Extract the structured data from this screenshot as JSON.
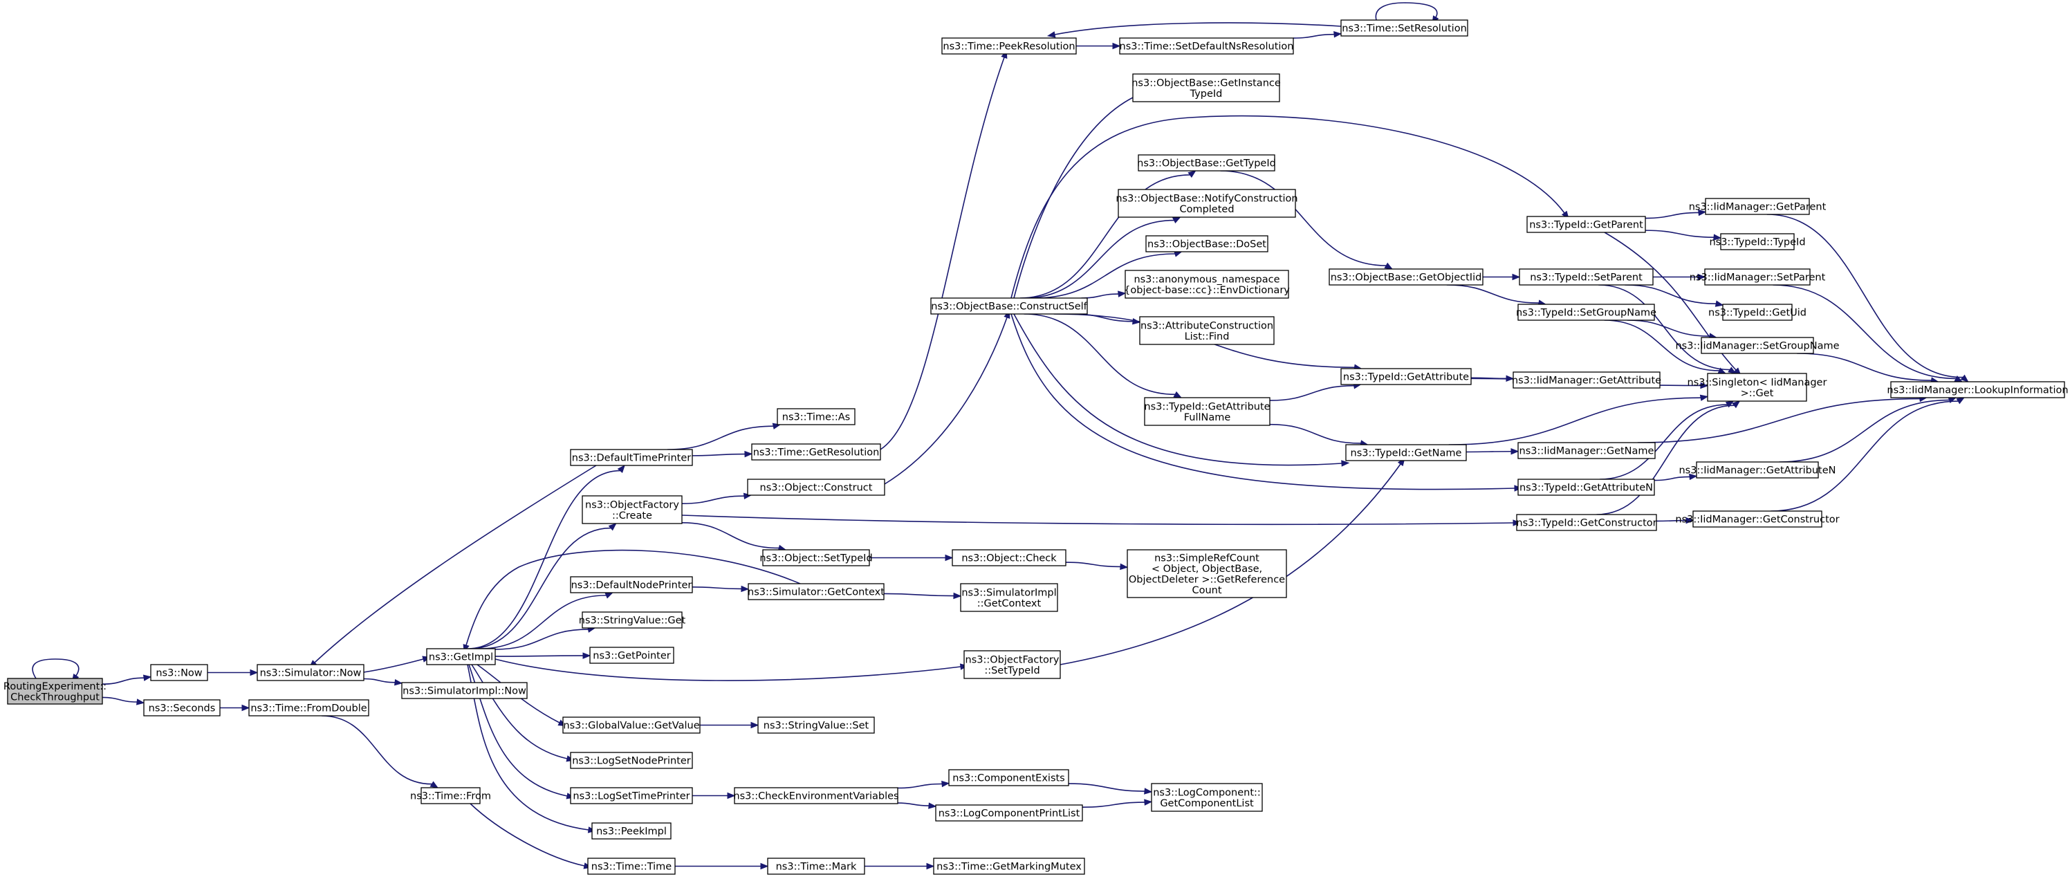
{
  "graph": {
    "edge_color": "#191970",
    "root_fill": "#bfbfbf",
    "node_fill": "#ffffff",
    "nodes": [
      {
        "id": "root",
        "lines": [
          "RoutingExperiment::",
          "CheckThroughput"
        ],
        "root": true
      },
      {
        "id": "now",
        "lines": [
          "ns3::Now"
        ]
      },
      {
        "id": "seconds",
        "lines": [
          "ns3::Seconds"
        ]
      },
      {
        "id": "simnow",
        "lines": [
          "ns3::Simulator::Now"
        ]
      },
      {
        "id": "fromdouble",
        "lines": [
          "ns3::Time::FromDouble"
        ]
      },
      {
        "id": "getimpl",
        "lines": [
          "ns3::GetImpl"
        ]
      },
      {
        "id": "simimplnow",
        "lines": [
          "ns3::SimulatorImpl::Now"
        ]
      },
      {
        "id": "timefrom",
        "lines": [
          "ns3::Time::From"
        ]
      },
      {
        "id": "deftimeprinter",
        "lines": [
          "ns3::DefaultTimePrinter"
        ]
      },
      {
        "id": "objfactcreate",
        "lines": [
          "ns3::ObjectFactory",
          "::Create"
        ]
      },
      {
        "id": "defnodeprinter",
        "lines": [
          "ns3::DefaultNodePrinter"
        ]
      },
      {
        "id": "strvalget",
        "lines": [
          "ns3::StringValue::Get"
        ]
      },
      {
        "id": "getpointer",
        "lines": [
          "ns3::GetPointer"
        ]
      },
      {
        "id": "globalget",
        "lines": [
          "ns3::GlobalValue::GetValue"
        ]
      },
      {
        "id": "logsetnode",
        "lines": [
          "ns3::LogSetNodePrinter"
        ]
      },
      {
        "id": "logsettime",
        "lines": [
          "ns3::LogSetTimePrinter"
        ]
      },
      {
        "id": "peekimpl",
        "lines": [
          "ns3::PeekImpl"
        ]
      },
      {
        "id": "timetime",
        "lines": [
          "ns3::Time::Time"
        ]
      },
      {
        "id": "timeas",
        "lines": [
          "ns3::Time::As"
        ]
      },
      {
        "id": "getres",
        "lines": [
          "ns3::Time::GetResolution"
        ]
      },
      {
        "id": "objconstruct",
        "lines": [
          "ns3::Object::Construct"
        ]
      },
      {
        "id": "objsettypeid",
        "lines": [
          "ns3::Object::SetTypeId"
        ]
      },
      {
        "id": "simgetctx",
        "lines": [
          "ns3::Simulator::GetContext"
        ]
      },
      {
        "id": "strvalset",
        "lines": [
          "ns3::StringValue::Set"
        ]
      },
      {
        "id": "checkenv",
        "lines": [
          "ns3::CheckEnvironmentVariables"
        ]
      },
      {
        "id": "timemark",
        "lines": [
          "ns3::Time::Mark"
        ]
      },
      {
        "id": "peekres",
        "lines": [
          "ns3::Time::PeekResolution"
        ]
      },
      {
        "id": "constructself",
        "lines": [
          "ns3::ObjectBase::ConstructSelf"
        ]
      },
      {
        "id": "objcheck",
        "lines": [
          "ns3::Object::Check"
        ]
      },
      {
        "id": "simimplctx",
        "lines": [
          "ns3::SimulatorImpl",
          "::GetContext"
        ]
      },
      {
        "id": "objfactsettid",
        "lines": [
          "ns3::ObjectFactory",
          "::SetTypeId"
        ]
      },
      {
        "id": "compexists",
        "lines": [
          "ns3::ComponentExists"
        ]
      },
      {
        "id": "logcompprint",
        "lines": [
          "ns3::LogComponentPrintList"
        ]
      },
      {
        "id": "getmarkmutex",
        "lines": [
          "ns3::Time::GetMarkingMutex"
        ]
      },
      {
        "id": "setdefres",
        "lines": [
          "ns3::Time::SetDefaultNsResolution"
        ]
      },
      {
        "id": "setres",
        "lines": [
          "ns3::Time::SetResolution"
        ]
      },
      {
        "id": "getinstid",
        "lines": [
          "ns3::ObjectBase::GetInstance",
          "TypeId"
        ]
      },
      {
        "id": "obgettypeid",
        "lines": [
          "ns3::ObjectBase::GetTypeId"
        ]
      },
      {
        "id": "notifyconst",
        "lines": [
          "ns3::ObjectBase::NotifyConstruction",
          "Completed"
        ]
      },
      {
        "id": "doset",
        "lines": [
          "ns3::ObjectBase::DoSet"
        ]
      },
      {
        "id": "envdict",
        "lines": [
          "ns3::anonymous_namespace",
          "{object-base::cc}::EnvDictionary"
        ]
      },
      {
        "id": "attrfind",
        "lines": [
          "ns3::AttributeConstruction",
          "List::Find"
        ]
      },
      {
        "id": "getattrfull",
        "lines": [
          "ns3::TypeId::GetAttribute",
          "FullName"
        ]
      },
      {
        "id": "simplerefcount",
        "lines": [
          "ns3::SimpleRefCount",
          "< Object, ObjectBase,",
          " ObjectDeleter >::GetReference",
          "Count"
        ]
      },
      {
        "id": "getcomplist",
        "lines": [
          "ns3::LogComponent::",
          "GetComponentList"
        ]
      },
      {
        "id": "getobjiid",
        "lines": [
          "ns3::ObjectBase::GetObjectIid"
        ]
      },
      {
        "id": "tidgetattr",
        "lines": [
          "ns3::TypeId::GetAttribute"
        ]
      },
      {
        "id": "tidgetname",
        "lines": [
          "ns3::TypeId::GetName"
        ]
      },
      {
        "id": "tidgetparent",
        "lines": [
          "ns3::TypeId::GetParent"
        ]
      },
      {
        "id": "tidsetparent",
        "lines": [
          "ns3::TypeId::SetParent"
        ]
      },
      {
        "id": "tidsetgroup",
        "lines": [
          "ns3::TypeId::SetGroupName"
        ]
      },
      {
        "id": "tidgetattrn",
        "lines": [
          "ns3::TypeId::GetAttributeN"
        ]
      },
      {
        "id": "tidgetctor",
        "lines": [
          "ns3::TypeId::GetConstructor"
        ]
      },
      {
        "id": "iidgetattr",
        "lines": [
          "ns3::IidManager::GetAttribute"
        ]
      },
      {
        "id": "iidgetname",
        "lines": [
          "ns3::IidManager::GetName"
        ]
      },
      {
        "id": "singletonget",
        "lines": [
          "ns3::Singleton< IidManager",
          " >::Get"
        ]
      },
      {
        "id": "iidgetparent",
        "lines": [
          "ns3::IidManager::GetParent"
        ]
      },
      {
        "id": "tidtypeid",
        "lines": [
          "ns3::TypeId::TypeId"
        ]
      },
      {
        "id": "iidsetparent",
        "lines": [
          "ns3::IidManager::SetParent"
        ]
      },
      {
        "id": "tidgetuid",
        "lines": [
          "ns3::TypeId::GetUid"
        ]
      },
      {
        "id": "iidsetgroup",
        "lines": [
          "ns3::IidManager::SetGroupName"
        ]
      },
      {
        "id": "iidgetattrn",
        "lines": [
          "ns3::IidManager::GetAttributeN"
        ]
      },
      {
        "id": "iidgetctor",
        "lines": [
          "ns3::IidManager::GetConstructor"
        ]
      },
      {
        "id": "lookupinfo",
        "lines": [
          "ns3::IidManager::LookupInformation"
        ]
      }
    ],
    "edges": [
      [
        "root",
        "root"
      ],
      [
        "root",
        "now"
      ],
      [
        "root",
        "seconds"
      ],
      [
        "now",
        "simnow"
      ],
      [
        "seconds",
        "fromdouble"
      ],
      [
        "simnow",
        "getimpl"
      ],
      [
        "simnow",
        "simimplnow"
      ],
      [
        "fromdouble",
        "timefrom"
      ],
      [
        "timefrom",
        "timetime"
      ],
      [
        "getimpl",
        "deftimeprinter"
      ],
      [
        "getimpl",
        "objfactcreate"
      ],
      [
        "getimpl",
        "defnodeprinter"
      ],
      [
        "getimpl",
        "strvalget"
      ],
      [
        "getimpl",
        "getpointer"
      ],
      [
        "getimpl",
        "objfactsettid"
      ],
      [
        "getimpl",
        "globalget"
      ],
      [
        "getimpl",
        "logsetnode"
      ],
      [
        "getimpl",
        "logsettime"
      ],
      [
        "getimpl",
        "peekimpl"
      ],
      [
        "deftimeprinter",
        "simnow"
      ],
      [
        "deftimeprinter",
        "timeas"
      ],
      [
        "deftimeprinter",
        "getres"
      ],
      [
        "getres",
        "peekres"
      ],
      [
        "peekres",
        "setdefres"
      ],
      [
        "setdefres",
        "setres"
      ],
      [
        "setres",
        "setres"
      ],
      [
        "setres",
        "peekres"
      ],
      [
        "objfactcreate",
        "objconstruct"
      ],
      [
        "objfactcreate",
        "objsettypeid"
      ],
      [
        "objfactcreate",
        "tidgetctor"
      ],
      [
        "objconstruct",
        "constructself"
      ],
      [
        "objsettypeid",
        "objcheck"
      ],
      [
        "objcheck",
        "simplerefcount"
      ],
      [
        "defnodeprinter",
        "simgetctx"
      ],
      [
        "simgetctx",
        "getimpl"
      ],
      [
        "simgetctx",
        "simimplctx"
      ],
      [
        "globalget",
        "strvalset"
      ],
      [
        "logsettime",
        "checkenv"
      ],
      [
        "checkenv",
        "compexists"
      ],
      [
        "checkenv",
        "logcompprint"
      ],
      [
        "compexists",
        "getcomplist"
      ],
      [
        "logcompprint",
        "getcomplist"
      ],
      [
        "timetime",
        "timemark"
      ],
      [
        "timemark",
        "getmarkmutex"
      ],
      [
        "objfactsettid",
        "tidgetname"
      ],
      [
        "constructself",
        "getinstid"
      ],
      [
        "constructself",
        "obgettypeid"
      ],
      [
        "constructself",
        "notifyconst"
      ],
      [
        "constructself",
        "doset"
      ],
      [
        "constructself",
        "envdict"
      ],
      [
        "constructself",
        "attrfind"
      ],
      [
        "constructself",
        "getattrfull"
      ],
      [
        "constructself",
        "tidgetattr"
      ],
      [
        "constructself",
        "tidgetname"
      ],
      [
        "constructself",
        "tidgetparent"
      ],
      [
        "constructself",
        "tidgetattrn"
      ],
      [
        "obgettypeid",
        "getobjiid"
      ],
      [
        "getobjiid",
        "tidsetparent"
      ],
      [
        "getobjiid",
        "tidsetgroup"
      ],
      [
        "getattrfull",
        "tidgetattr"
      ],
      [
        "getattrfull",
        "tidgetname"
      ],
      [
        "tidgetattr",
        "iidgetattr"
      ],
      [
        "tidgetattr",
        "singletonget"
      ],
      [
        "tidgetname",
        "iidgetname"
      ],
      [
        "tidgetname",
        "singletonget"
      ],
      [
        "tidgetparent",
        "iidgetparent"
      ],
      [
        "tidgetparent",
        "tidtypeid"
      ],
      [
        "tidgetparent",
        "singletonget"
      ],
      [
        "tidsetparent",
        "iidsetparent"
      ],
      [
        "tidsetparent",
        "tidgetuid"
      ],
      [
        "tidsetparent",
        "singletonget"
      ],
      [
        "tidsetgroup",
        "iidsetgroup"
      ],
      [
        "tidsetgroup",
        "singletonget"
      ],
      [
        "tidgetattrn",
        "iidgetattrn"
      ],
      [
        "tidgetattrn",
        "singletonget"
      ],
      [
        "tidgetctor",
        "iidgetctor"
      ],
      [
        "tidgetctor",
        "singletonget"
      ],
      [
        "iidgetparent",
        "lookupinfo"
      ],
      [
        "iidsetparent",
        "lookupinfo"
      ],
      [
        "iidsetgroup",
        "lookupinfo"
      ],
      [
        "iidgetname",
        "lookupinfo"
      ],
      [
        "iidgetattrn",
        "lookupinfo"
      ],
      [
        "iidgetctor",
        "lookupinfo"
      ]
    ]
  }
}
